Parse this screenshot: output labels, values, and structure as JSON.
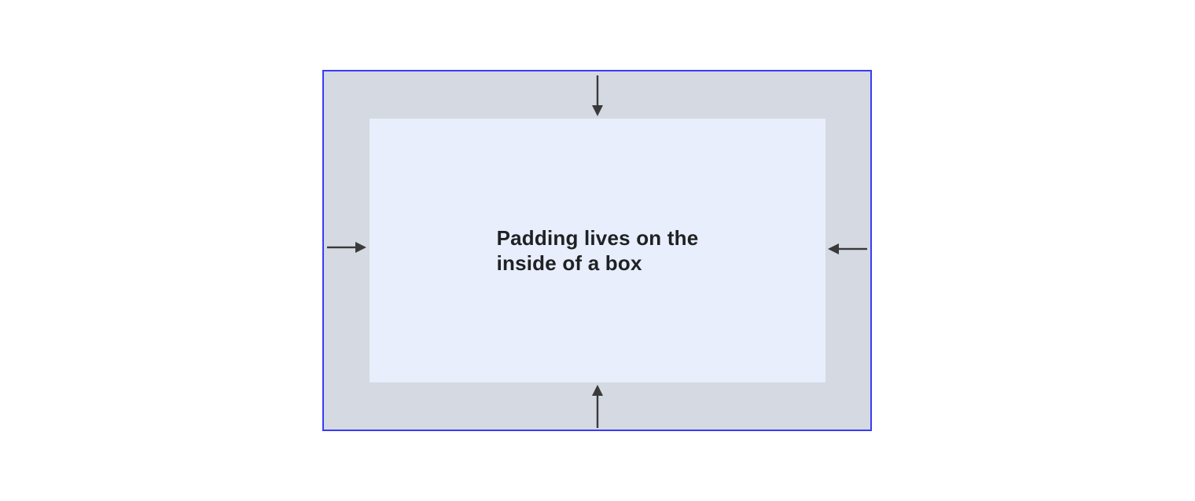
{
  "diagram": {
    "label": "Padding lives on the\ninside of a box",
    "colors": {
      "canvas": "#ffffff",
      "box_border": "#3a3af8",
      "padding_area": "#d4d9e2",
      "content_area": "#e8eefb",
      "arrow": "#3a3a3a",
      "text": "#202124"
    },
    "arrows": [
      {
        "side": "top",
        "direction": "down",
        "name": "top-inward-arrow"
      },
      {
        "side": "right",
        "direction": "left",
        "name": "right-inward-arrow"
      },
      {
        "side": "bottom",
        "direction": "up",
        "name": "bottom-inward-arrow"
      },
      {
        "side": "left",
        "direction": "right",
        "name": "left-inward-arrow"
      }
    ]
  }
}
